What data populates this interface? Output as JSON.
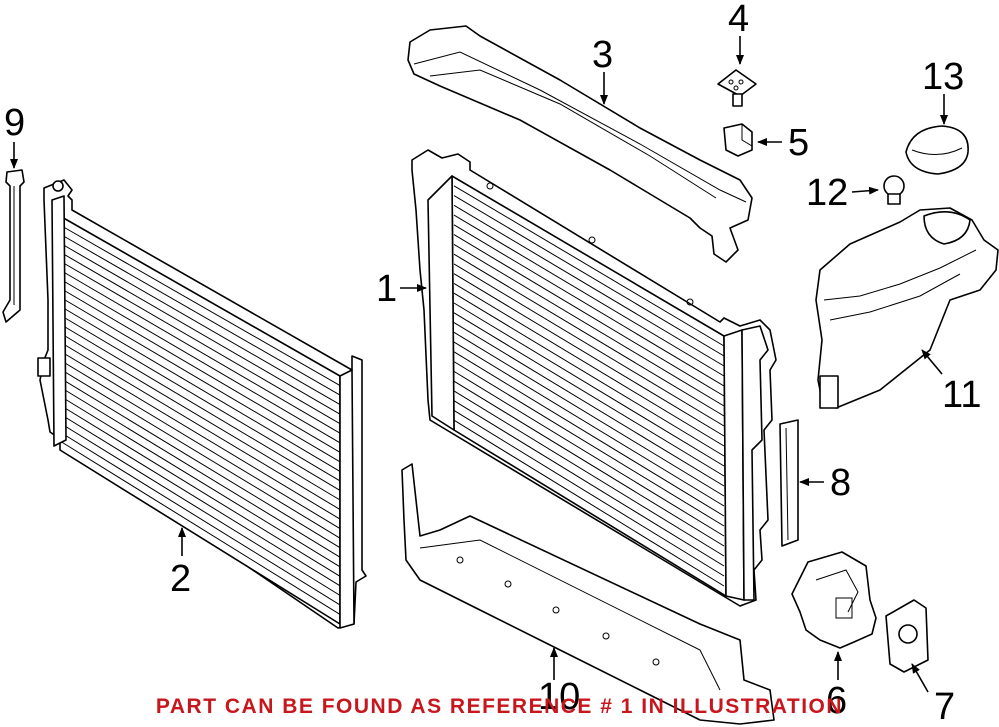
{
  "diagram": {
    "footer_note": "PART CAN BE FOUND AS REFERENCE # 1 IN ILLUSTRATION",
    "callouts": [
      {
        "id": "1",
        "label": "1"
      },
      {
        "id": "2",
        "label": "2"
      },
      {
        "id": "3",
        "label": "3"
      },
      {
        "id": "4",
        "label": "4"
      },
      {
        "id": "5",
        "label": "5"
      },
      {
        "id": "6",
        "label": "6"
      },
      {
        "id": "7",
        "label": "7"
      },
      {
        "id": "8",
        "label": "8"
      },
      {
        "id": "9",
        "label": "9"
      },
      {
        "id": "10",
        "label": "10"
      },
      {
        "id": "11",
        "label": "11"
      },
      {
        "id": "12",
        "label": "12"
      },
      {
        "id": "13",
        "label": "13"
      }
    ],
    "parts": [
      {
        "ref": "1",
        "name": "radiator"
      },
      {
        "ref": "2",
        "name": "condenser"
      },
      {
        "ref": "3",
        "name": "upper-air-duct"
      },
      {
        "ref": "4",
        "name": "mounting-bracket"
      },
      {
        "ref": "5",
        "name": "rubber-mount"
      },
      {
        "ref": "6",
        "name": "lower-support-bracket"
      },
      {
        "ref": "7",
        "name": "bushing-bracket"
      },
      {
        "ref": "8",
        "name": "side-seal"
      },
      {
        "ref": "9",
        "name": "side-seal-left"
      },
      {
        "ref": "10",
        "name": "lower-air-guide"
      },
      {
        "ref": "11",
        "name": "expansion-tank"
      },
      {
        "ref": "12",
        "name": "bleeder-screw"
      },
      {
        "ref": "13",
        "name": "tank-cap"
      }
    ],
    "colors": {
      "line": "#000000",
      "background": "#ffffff",
      "note": "#c8161d"
    }
  }
}
